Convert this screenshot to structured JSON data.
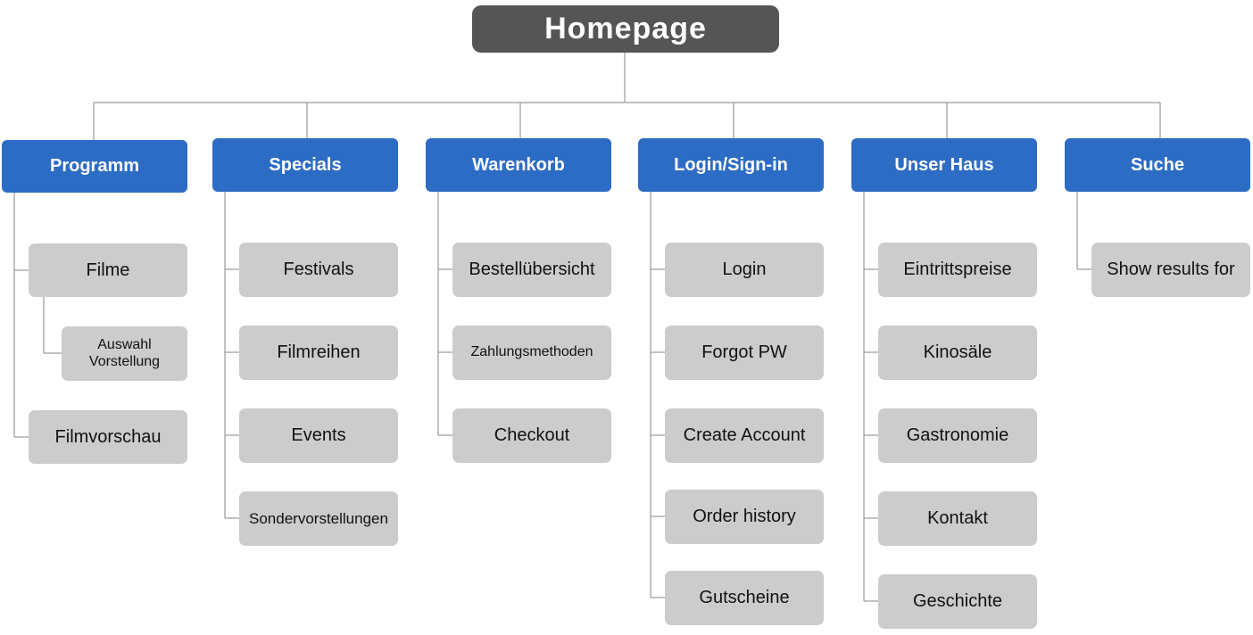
{
  "root": {
    "label": "Homepage"
  },
  "sections": {
    "programm": {
      "label": "Programm",
      "filme": "Filme",
      "auswahl_vorstellung": "Auswahl\nVorstellung",
      "filmvorschau": "Filmvorschau"
    },
    "specials": {
      "label": "Specials",
      "festivals": "Festivals",
      "filmreihen": "Filmreihen",
      "events": "Events",
      "sondervorstellungen": "Sondervorstellungen"
    },
    "warenkorb": {
      "label": "Warenkorb",
      "bestelluebersicht": "Bestellübersicht",
      "zahlungsmethoden": "Zahlungsmethoden",
      "checkout": "Checkout"
    },
    "login": {
      "label": "Login/Sign-in",
      "login": "Login",
      "forgot_pw": "Forgot PW",
      "create_account": "Create Account",
      "order_history": "Order history",
      "gutscheine": "Gutscheine"
    },
    "unser_haus": {
      "label": "Unser Haus",
      "eintrittspreise": "Eintrittspreise",
      "kinosaele": "Kinosäle",
      "gastronomie": "Gastronomie",
      "kontakt": "Kontakt",
      "geschichte": "Geschichte"
    },
    "suche": {
      "label": "Suche",
      "show_results_for": "Show results for"
    }
  },
  "colors": {
    "root_fill": "#555555",
    "section_fill": "#2d6cc4",
    "page_fill": "#cccccc",
    "connector": "#9a9a9a"
  }
}
